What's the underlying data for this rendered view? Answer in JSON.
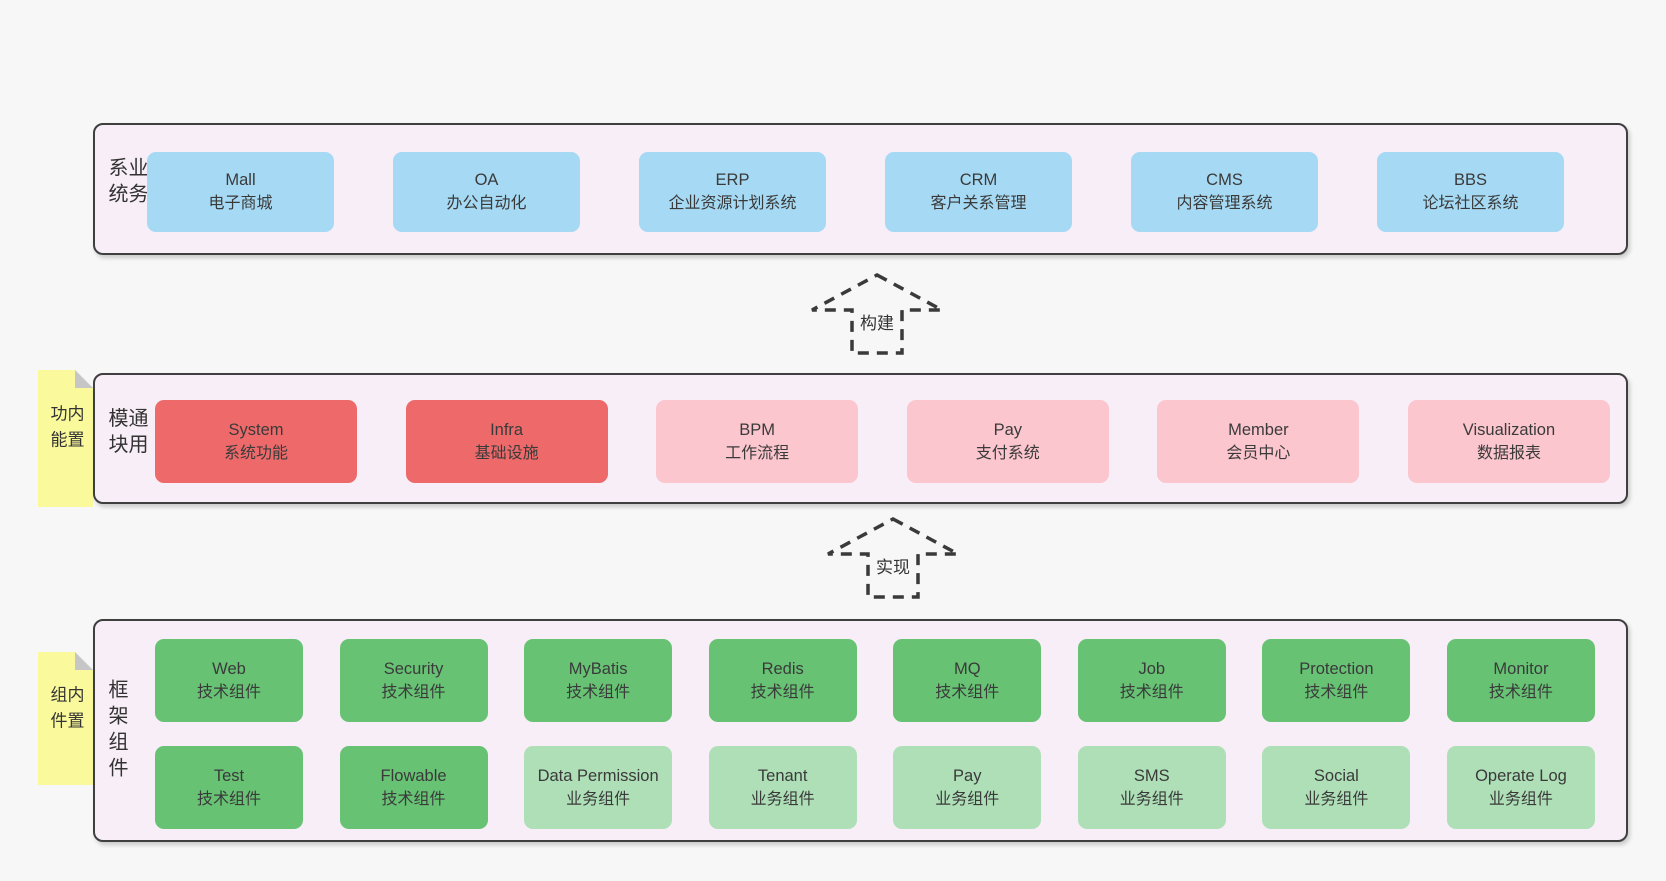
{
  "colors": {
    "page_bg": "#f7f7f7",
    "panel_bg": "#f8eef7",
    "panel_border": "#3f3f3f",
    "blue": "#a6d9f3",
    "red": "#ee6a6a",
    "pink": "#fbc6ce",
    "green_dark": "#67c274",
    "green_light": "#aedfb7",
    "sticky_yellow": "#fafa9c",
    "text": "#3a3a3a"
  },
  "arrows": [
    {
      "label": "构建"
    },
    {
      "label": "实现"
    }
  ],
  "layers": [
    {
      "id": "business",
      "label": "业务系统",
      "boxes": [
        {
          "name": "Mall",
          "desc": "电子商城",
          "color": "blue"
        },
        {
          "name": "OA",
          "desc": "办公自动化",
          "color": "blue"
        },
        {
          "name": "ERP",
          "desc": "企业资源计划系统",
          "color": "blue"
        },
        {
          "name": "CRM",
          "desc": "客户关系管理",
          "color": "blue"
        },
        {
          "name": "CMS",
          "desc": "内容管理系统",
          "color": "blue"
        },
        {
          "name": "BBS",
          "desc": "论坛社区系统",
          "color": "blue"
        }
      ]
    },
    {
      "id": "modules",
      "label": "通用模块",
      "sticky": "内置功能",
      "boxes": [
        {
          "name": "System",
          "desc": "系统功能",
          "color": "red"
        },
        {
          "name": "Infra",
          "desc": "基础设施",
          "color": "red"
        },
        {
          "name": "BPM",
          "desc": "工作流程",
          "color": "pink"
        },
        {
          "name": "Pay",
          "desc": "支付系统",
          "color": "pink"
        },
        {
          "name": "Member",
          "desc": "会员中心",
          "color": "pink"
        },
        {
          "name": "Visualization",
          "desc": "数据报表",
          "color": "pink"
        }
      ]
    },
    {
      "id": "components",
      "label": "框架组件",
      "sticky": "内置组件",
      "rows": [
        [
          {
            "name": "Web",
            "desc": "技术组件",
            "color": "green-dark"
          },
          {
            "name": "Security",
            "desc": "技术组件",
            "color": "green-dark"
          },
          {
            "name": "MyBatis",
            "desc": "技术组件",
            "color": "green-dark"
          },
          {
            "name": "Redis",
            "desc": "技术组件",
            "color": "green-dark"
          },
          {
            "name": "MQ",
            "desc": "技术组件",
            "color": "green-dark"
          },
          {
            "name": "Job",
            "desc": "技术组件",
            "color": "green-dark"
          },
          {
            "name": "Protection",
            "desc": "技术组件",
            "color": "green-dark"
          },
          {
            "name": "Monitor",
            "desc": "技术组件",
            "color": "green-dark"
          }
        ],
        [
          {
            "name": "Test",
            "desc": "技术组件",
            "color": "green-dark"
          },
          {
            "name": "Flowable",
            "desc": "技术组件",
            "color": "green-dark"
          },
          {
            "name": "Data Permission",
            "desc": "业务组件",
            "color": "green-light"
          },
          {
            "name": "Tenant",
            "desc": "业务组件",
            "color": "green-light"
          },
          {
            "name": "Pay",
            "desc": "业务组件",
            "color": "green-light"
          },
          {
            "name": "SMS",
            "desc": "业务组件",
            "color": "green-light"
          },
          {
            "name": "Social",
            "desc": "业务组件",
            "color": "green-light"
          },
          {
            "name": "Operate Log",
            "desc": "业务组件",
            "color": "green-light"
          }
        ]
      ]
    }
  ]
}
